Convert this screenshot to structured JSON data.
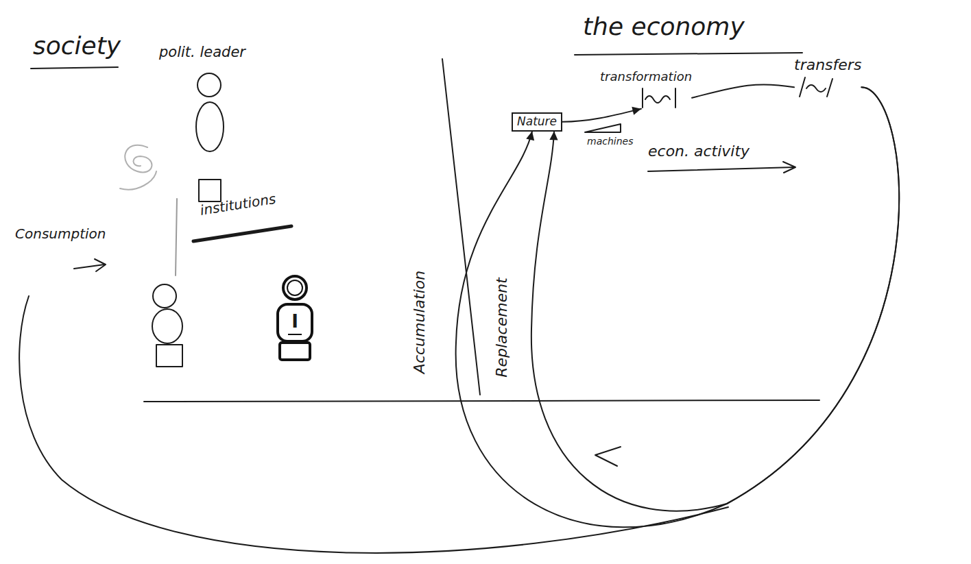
{
  "diagram": {
    "nodes": [
      {
        "text": [
          "Nature"
        ]
      },
      {
        "text": [
          "transformation"
        ]
      },
      {
        "text": [
          "transfers"
        ]
      },
      {
        "text": [
          "I"
        ]
      }
    ],
    "edges": [
      {
        "from": 0,
        "to": 1,
        "arrow": "to"
      },
      {
        "from": 1,
        "to": 2,
        "arrow": "none"
      },
      {
        "from": 2,
        "to": 0,
        "arrow": "to"
      },
      {
        "from": 2,
        "to": 0,
        "arrow": "to"
      }
    ],
    "labels": [
      "society",
      "polit. leader",
      "institutions",
      "Consumption",
      "the economy",
      "machines",
      "econ. activity",
      "Accumulation",
      "Replacement"
    ]
  }
}
